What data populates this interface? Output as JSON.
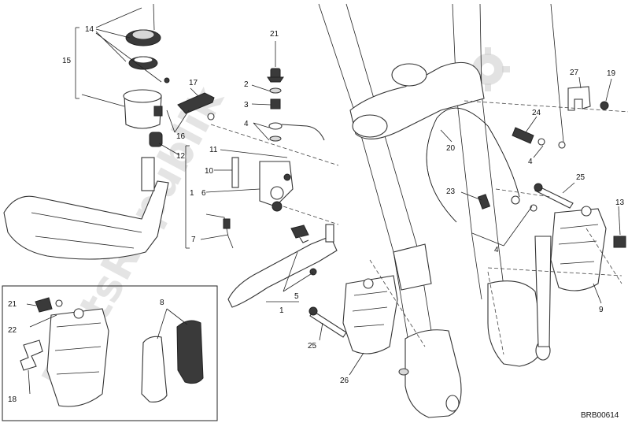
{
  "callouts": {
    "c1": "1",
    "c1b": "1",
    "c2": "2",
    "c3": "3",
    "c4a": "4",
    "c4b": "4",
    "c4c": "4",
    "c5": "5",
    "c6": "6",
    "c7": "7",
    "c8": "8",
    "c9": "9",
    "c10": "10",
    "c11": "11",
    "c12": "12",
    "c13": "13",
    "c14": "14",
    "c15": "15",
    "c16": "16",
    "c17": "17",
    "c18": "18",
    "c19": "19",
    "c20": "20",
    "c21a": "21",
    "c21b": "21",
    "c22": "22",
    "c23": "23",
    "c24": "24",
    "c25a": "25",
    "c25b": "25",
    "c26": "26",
    "c27": "27"
  },
  "drawing_code": "BRB00614",
  "watermark": {
    "text": "PartsRepublik",
    "icon": "gear-icon",
    "color": "#cfcfcf"
  },
  "colors": {
    "line": "#222222",
    "background": "#ffffff"
  }
}
